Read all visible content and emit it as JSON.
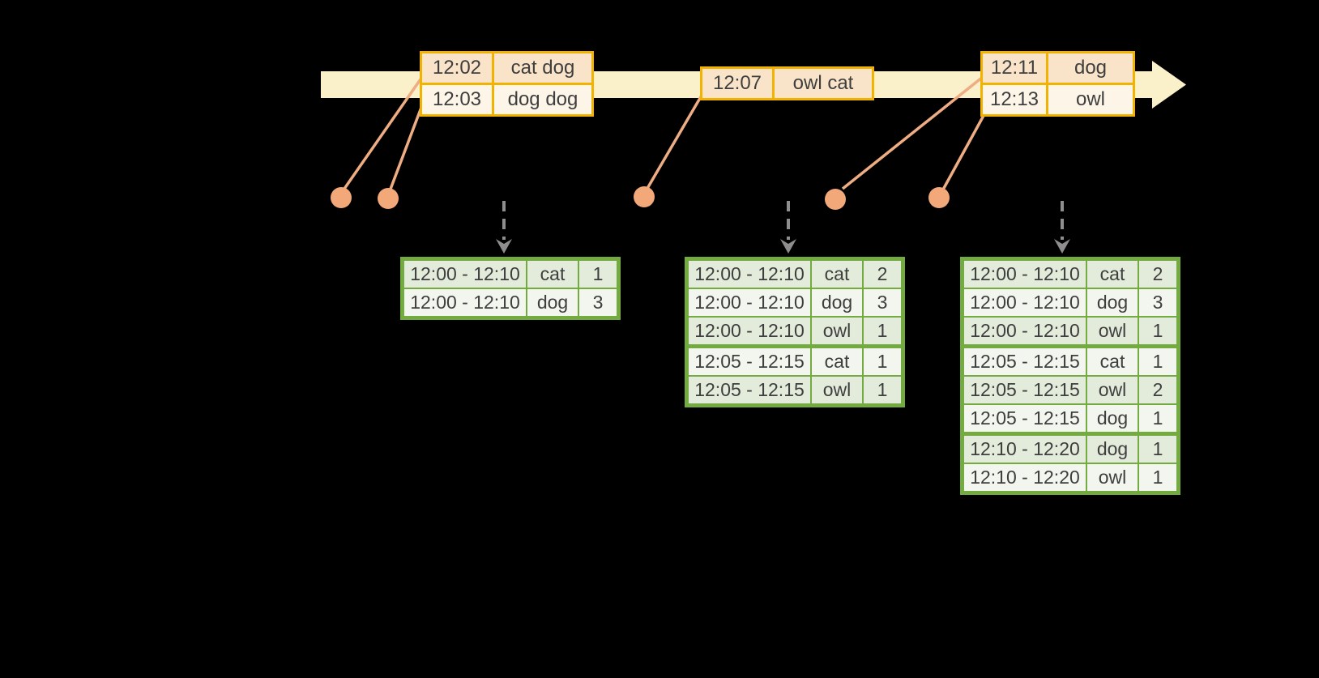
{
  "colors": {
    "background": "#000000",
    "timeline_band": "#FAF0C9",
    "event_border": "#F2B200",
    "event_row_fill_peach": "#FAE4C9",
    "event_row_fill_cream": "#FDF6E8",
    "connector_line": "#EFAD83",
    "event_dot": "#F2A878",
    "dashed_arrow": "#8E8E8E",
    "result_border": "#74AB41",
    "result_row_fill_dark": "#E3EBDA",
    "result_row_fill_light": "#F2F6EE",
    "text": "#3E3E3E"
  },
  "glyphs": {
    "timeline_arrow": "right-arrow-band",
    "event_marker": "filled-circle-dot",
    "trigger_arrow": "dashed-down-arrow"
  },
  "event_tables": [
    {
      "rows": [
        {
          "time": "12:02",
          "words": "cat dog"
        },
        {
          "time": "12:03",
          "words": "dog dog"
        }
      ]
    },
    {
      "rows": [
        {
          "time": "12:07",
          "words": "owl cat"
        }
      ]
    },
    {
      "rows": [
        {
          "time": "12:11",
          "words": "dog"
        },
        {
          "time": "12:13",
          "words": "owl"
        }
      ]
    }
  ],
  "result_tables": [
    {
      "rows": [
        {
          "window": "12:00 - 12:10",
          "word": "cat",
          "count": "1"
        },
        {
          "window": "12:00 - 12:10",
          "word": "dog",
          "count": "3"
        }
      ]
    },
    {
      "rows": [
        {
          "window": "12:00 - 12:10",
          "word": "cat",
          "count": "2"
        },
        {
          "window": "12:00 - 12:10",
          "word": "dog",
          "count": "3"
        },
        {
          "window": "12:00 - 12:10",
          "word": "owl",
          "count": "1"
        },
        {
          "window": "12:05 - 12:15",
          "word": "cat",
          "count": "1",
          "group_start": true
        },
        {
          "window": "12:05 - 12:15",
          "word": "owl",
          "count": "1"
        }
      ]
    },
    {
      "rows": [
        {
          "window": "12:00 - 12:10",
          "word": "cat",
          "count": "2"
        },
        {
          "window": "12:00 - 12:10",
          "word": "dog",
          "count": "3"
        },
        {
          "window": "12:00 - 12:10",
          "word": "owl",
          "count": "1"
        },
        {
          "window": "12:05 - 12:15",
          "word": "cat",
          "count": "1",
          "group_start": true
        },
        {
          "window": "12:05 - 12:15",
          "word": "owl",
          "count": "2"
        },
        {
          "window": "12:05 - 12:15",
          "word": "dog",
          "count": "1"
        },
        {
          "window": "12:10 - 12:20",
          "word": "dog",
          "count": "1",
          "group_start": true
        },
        {
          "window": "12:10 - 12:20",
          "word": "owl",
          "count": "1"
        }
      ]
    }
  ]
}
